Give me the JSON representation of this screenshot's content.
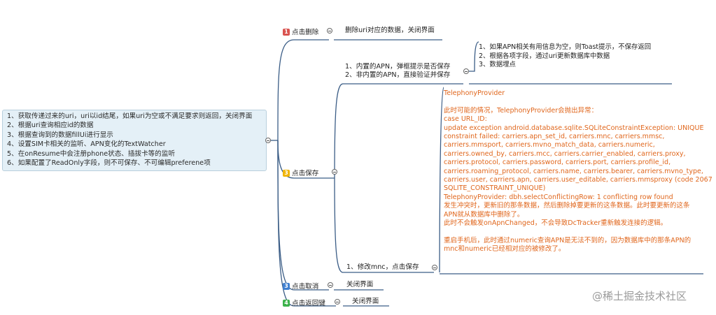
{
  "colors": {
    "line": "#3b5d86",
    "badge_red": "#d9534f",
    "badge_yellow": "#f0b400",
    "badge_blue": "#3f7fd0",
    "badge_green": "#3bb24a",
    "note_text": "#e0661c"
  },
  "root": {
    "lines": [
      "1、获取传递过来的uri，uri以id结尾，如果uri为空或不满足要求则返回，关闭界面",
      "2、根据uri查询相应id的数据",
      "3、根据查询到的数据fillUi进行显示",
      "4、设置SIM卡相关的监听、APN变化的TextWatcher",
      "5、在onResume中会注册phone状态、插拔卡等的监听",
      "6、如果配置了ReadOnly字段，则不可保存、不可编辑preferene项"
    ]
  },
  "branches": {
    "delete": {
      "badge": "1",
      "label": "点击删除",
      "action": "删除uri对应的数据，关闭界面"
    },
    "save": {
      "badge": "3",
      "label": "点击保存",
      "apn_lines": [
        "1、内置的APN，弹框提示是否保存",
        "2、非内置的APN，直接验证并保存"
      ],
      "validate_lines": [
        "1、如果APN相关有用信息为空，则Toast提示，不保存返回",
        "2、根据各项字段，通过uri更新数据库中数据",
        "3、数据埋点"
      ],
      "modify_label": "1、修改mnc，点击保存",
      "note_lines": [
        "TelephonyProvider",
        "",
        "此时可能的情况，TelephonyProvider会抛出异常：",
        "case URL_ID:",
        "update exception android.database.sqlite.SQLiteConstraintException: UNIQUE",
        "constraint failed: carriers.apn_set_id, carriers.mnc, carriers.mmsc,",
        "carriers.mmsport, carriers.mvno_match_data, carriers.numeric,",
        "carriers.owned_by, carriers.mcc, carriers.carrier_enabled, carriers.proxy,",
        "carriers.protocol, carriers.password, carriers.port, carriers.profile_id,",
        "carriers.roaming_protocol, carriers.name, carriers.bearer, carriers.mvno_type,",
        "carriers.user, carriers.apn, carriers.user_editable, carriers.mmsproxy (code 2067",
        "SQLITE_CONSTRAINT_UNIQUE)",
        "TelephonyProvider: dbh.selectConflictingRow: 1 conflicting row found",
        "发生冲突时，更新旧的那条数据，然后删除掉要更新的这条数据。此时要更新的这条",
        "APN就从数据库中删除了。",
        "此时不会触发onApnChanged，不会导致DcTracker重新触发连接的逻辑。",
        "",
        "重启手机后，此时通过numeric查询APN是无法不到的，因为数据库中的那条APN的",
        "mnc和numeric已经相对应的被修改了。"
      ]
    },
    "cancel": {
      "badge": "3",
      "label": "点击取消",
      "action": "关闭界面"
    },
    "back": {
      "badge": "4",
      "label": "点击返回键",
      "action": "关闭界面"
    }
  },
  "watermark": "@稀土掘金技术社区"
}
